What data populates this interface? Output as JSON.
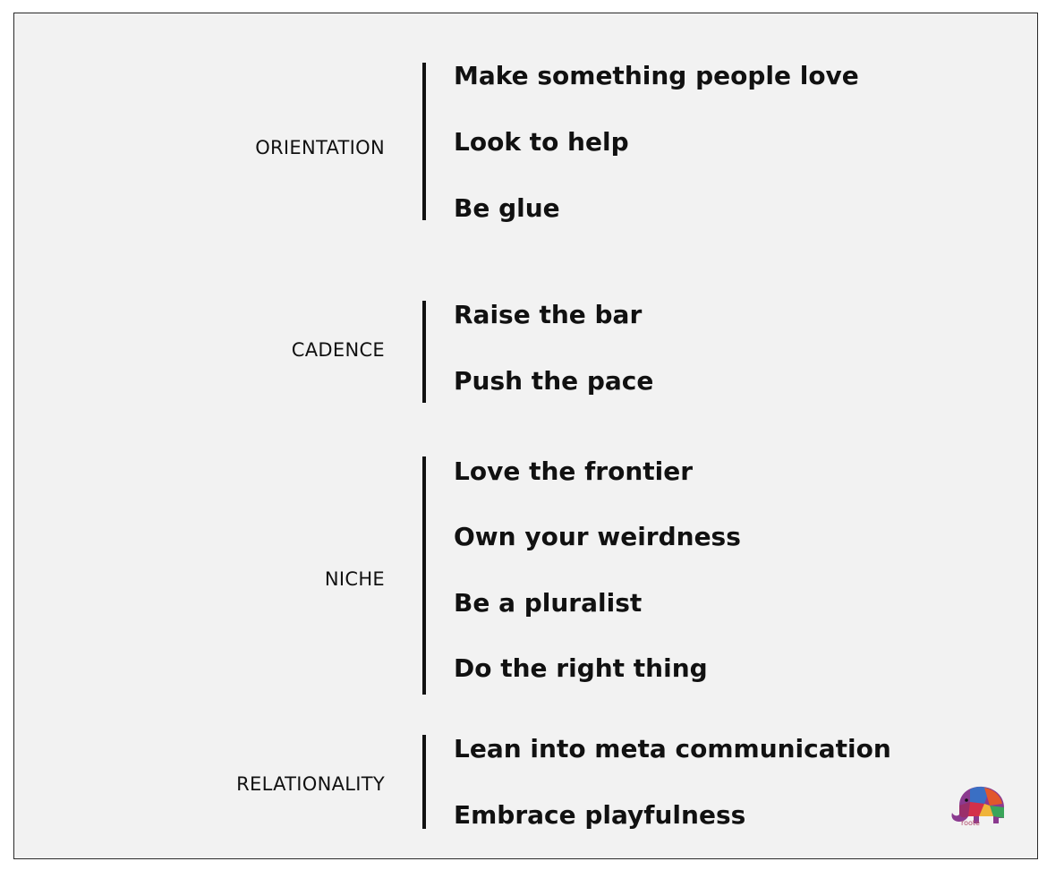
{
  "groups": [
    {
      "category": "ORIENTATION",
      "items": [
        "Make something people love",
        "Look to help",
        "Be glue"
      ]
    },
    {
      "category": "CADENCE",
      "items": [
        "Raise the bar",
        "Push the pace"
      ]
    },
    {
      "category": "NICHE",
      "items": [
        "Love the frontier",
        "Own your weirdness",
        "Be a pluralist",
        "Do the right thing"
      ]
    },
    {
      "category": "RELATIONALITY",
      "items": [
        "Lean into meta communication",
        "Embrace playfulness"
      ]
    }
  ],
  "logo": {
    "icon": "elephant-logo-icon",
    "text": "roote"
  },
  "colors": {
    "background": "#f2f2f2",
    "text": "#111111",
    "border": "#2a2a2a"
  }
}
